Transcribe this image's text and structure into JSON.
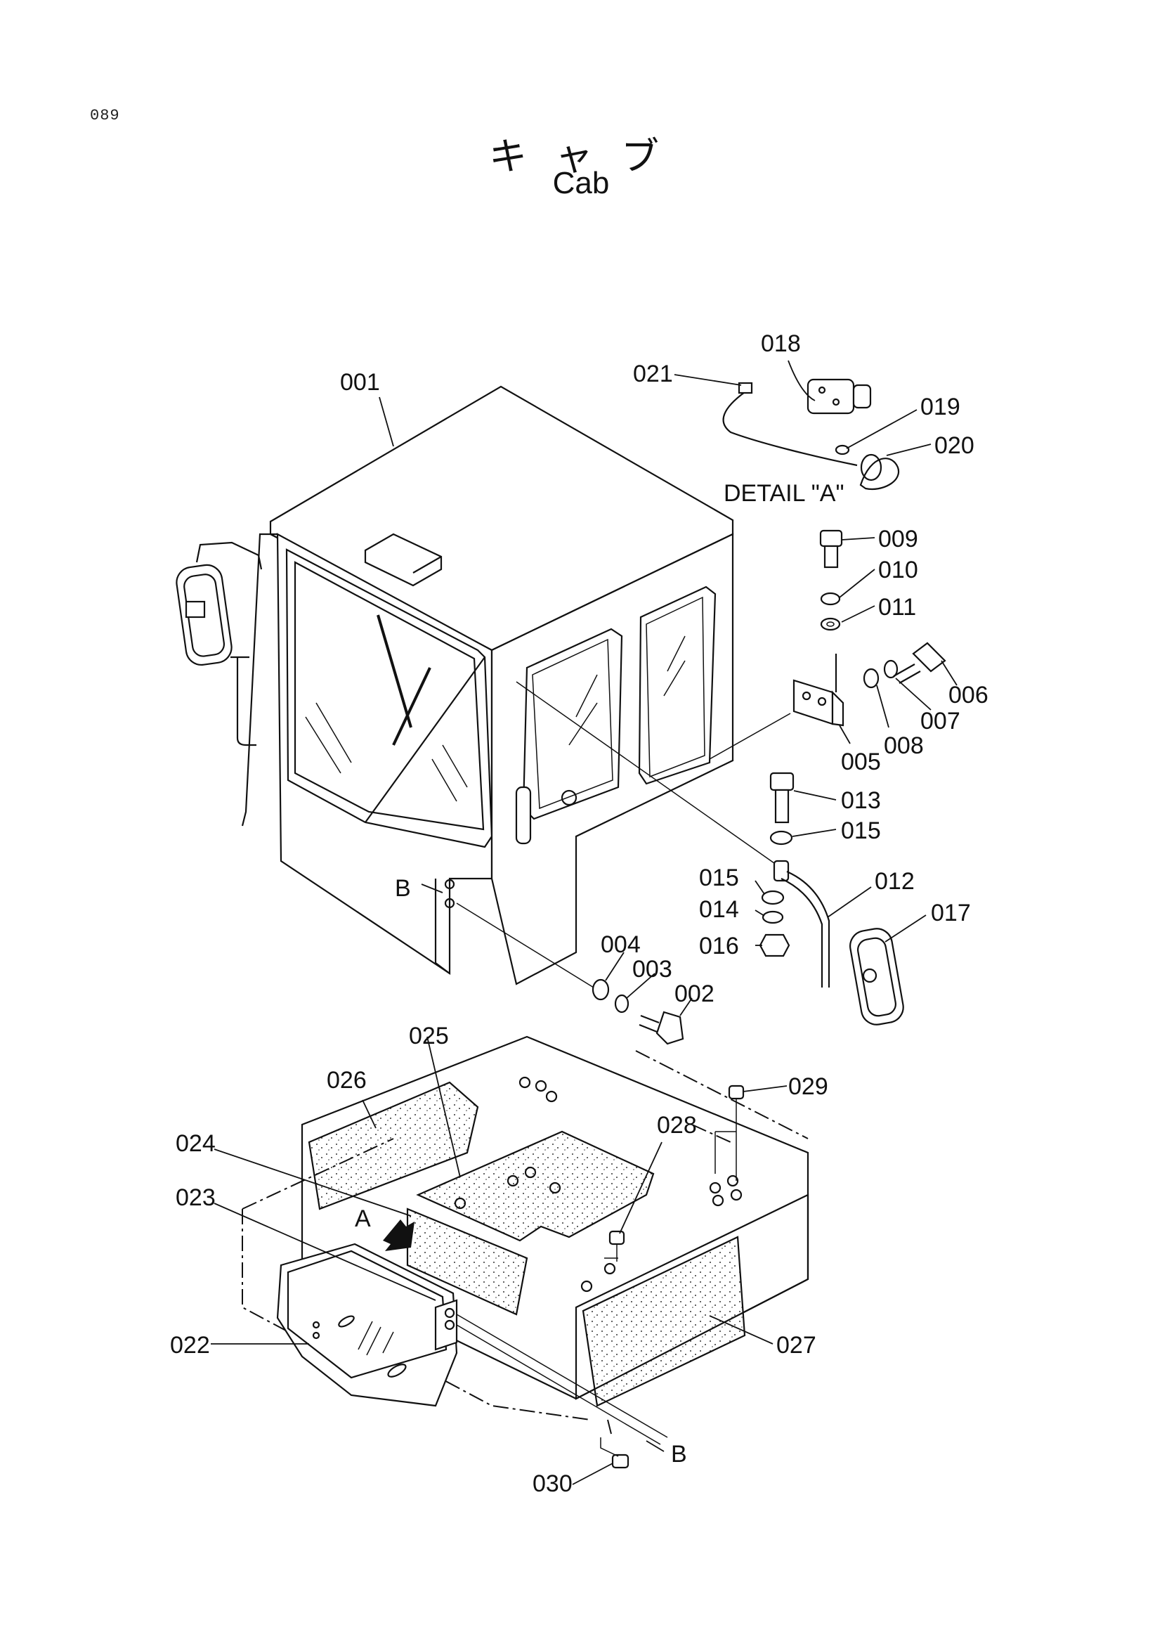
{
  "page_number": "089",
  "title_jp": "キャブ",
  "title_en": "Cab",
  "detail_label": "DETAIL \"A\"",
  "view_labels": {
    "a": "A",
    "b_top": "B",
    "b_bottom": "B"
  },
  "parts": {
    "p001": "001",
    "p002": "002",
    "p003": "003",
    "p004": "004",
    "p005": "005",
    "p006": "006",
    "p007": "007",
    "p008": "008",
    "p009": "009",
    "p010": "010",
    "p011": "011",
    "p012": "012",
    "p013": "013",
    "p014": "014",
    "p015a": "015",
    "p015b": "015",
    "p016": "016",
    "p017": "017",
    "p018": "018",
    "p019": "019",
    "p020": "020",
    "p021": "021",
    "p022": "022",
    "p023": "023",
    "p024": "024",
    "p025": "025",
    "p026": "026",
    "p027": "027",
    "p028": "028",
    "p029": "029",
    "p030": "030"
  }
}
